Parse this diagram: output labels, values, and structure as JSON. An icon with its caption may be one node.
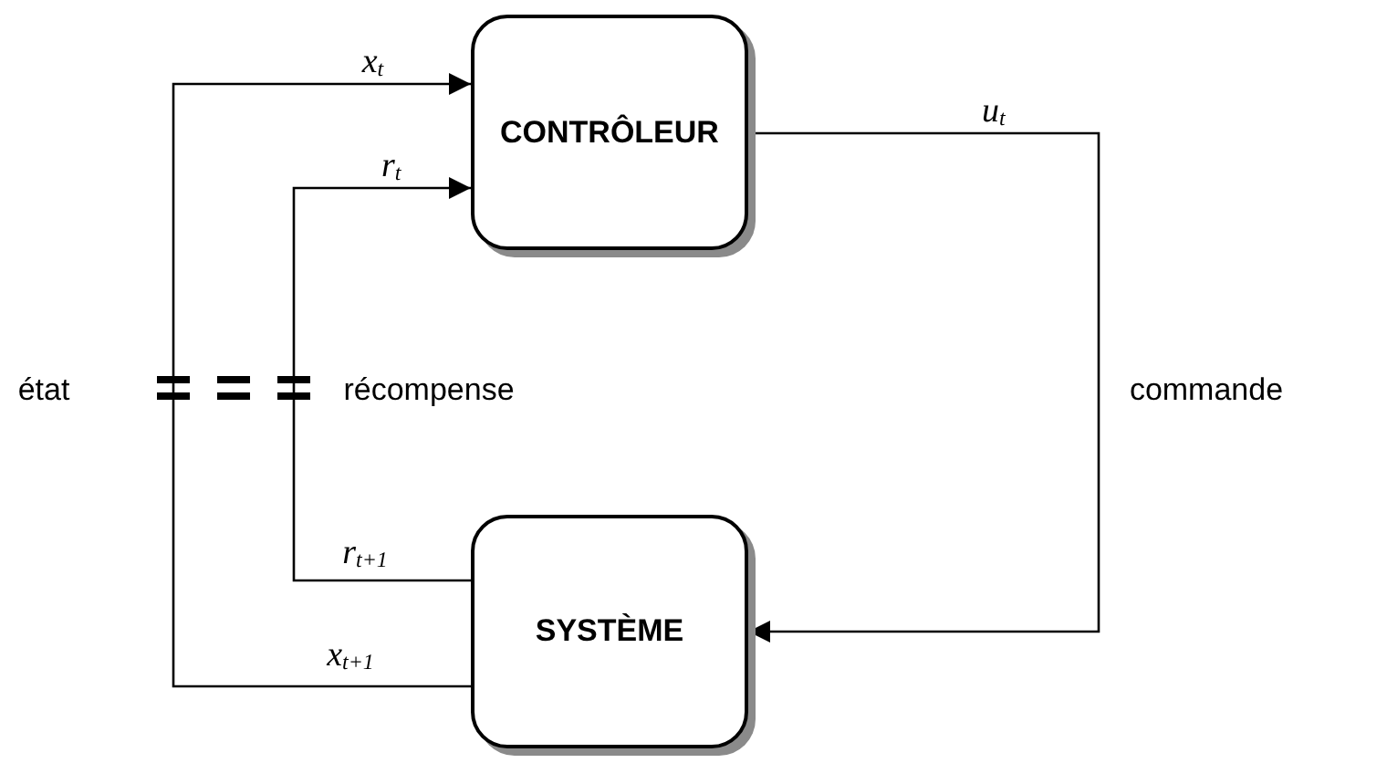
{
  "diagram": {
    "nodes": [
      {
        "text": [
          "CONTRÔLEUR"
        ]
      },
      {
        "text": [
          "SYSTÈME"
        ]
      }
    ],
    "edges": [
      {
        "from": 0,
        "to": 1,
        "arrow": "to",
        "label": "u$_{t}$"
      },
      {
        "from": 1,
        "to": 0,
        "arrow": "to",
        "label": "x$_{t}$"
      },
      {
        "from": 1,
        "to": 0,
        "arrow": "to",
        "label": "r$_{t}$"
      }
    ],
    "labels": [
      "état",
      "récompense",
      "commande",
      "r$_{t+1}$",
      "x$_{t+1}$"
    ]
  }
}
